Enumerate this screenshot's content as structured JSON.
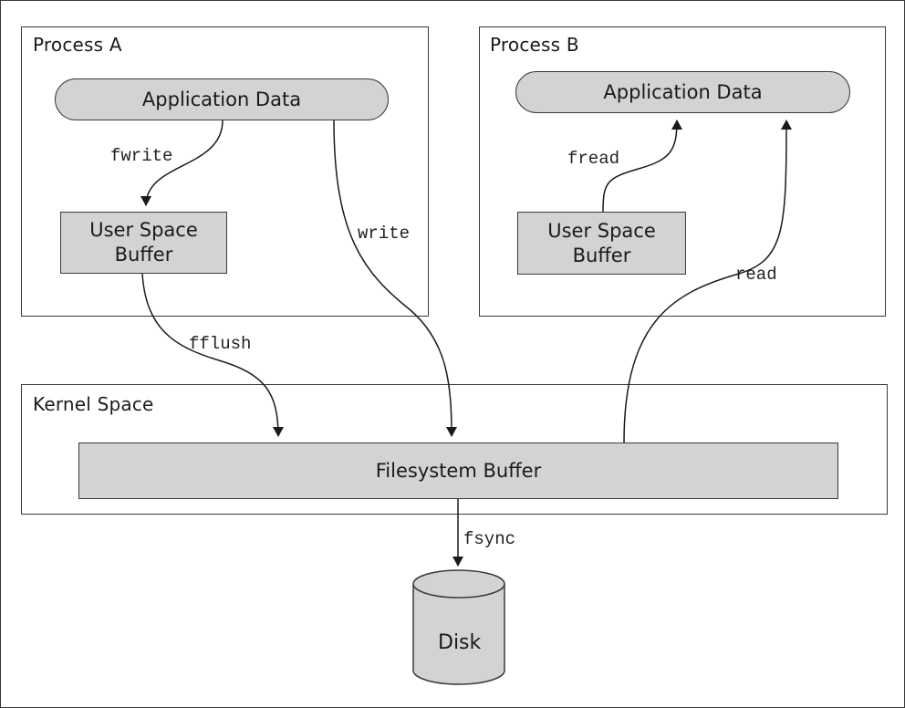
{
  "process_a": {
    "title": "Process A",
    "app_data": "Application Data",
    "buffer_line1": "User Space",
    "buffer_line2": "Buffer"
  },
  "process_b": {
    "title": "Process B",
    "app_data": "Application Data",
    "buffer_line1": "User Space",
    "buffer_line2": "Buffer"
  },
  "kernel": {
    "title": "Kernel Space",
    "fs_buffer": "Filesystem Buffer"
  },
  "disk": {
    "label": "Disk"
  },
  "calls": {
    "fwrite": "fwrite",
    "write": "write",
    "fflush": "fflush",
    "fread": "fread",
    "read": "read",
    "fsync": "fsync"
  },
  "colors": {
    "box_fill": "#d3d3d3",
    "stroke": "#3a3a3a",
    "background": "#ffffff"
  }
}
